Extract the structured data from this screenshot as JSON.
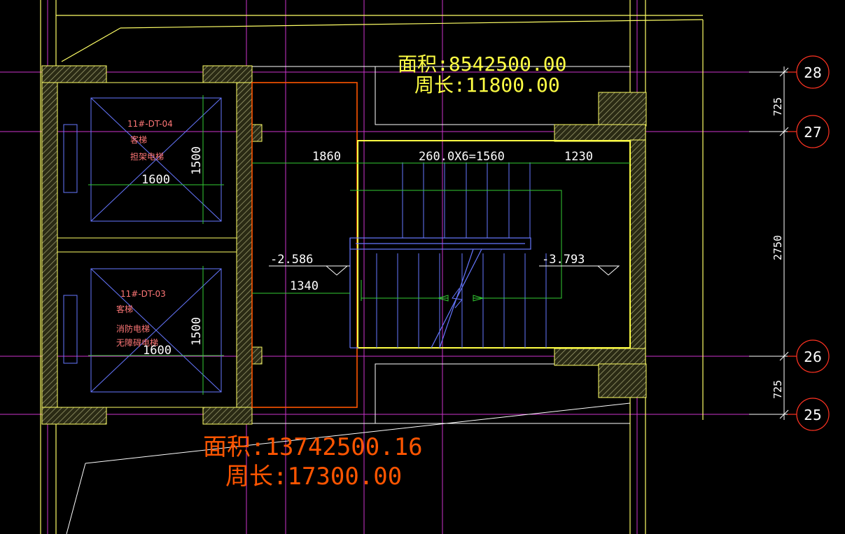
{
  "colors": {
    "background": "#000000",
    "grid_magenta": "#cc33cc",
    "wall_yellow": "#ffff66",
    "hatch": "#a8a878",
    "green": "#33cc33",
    "blue": "#6677ff",
    "orange": "#ff5500",
    "red_axis": "#ff3322",
    "pink_text": "#ff7777",
    "white": "#ffffff",
    "grey": "#d0d0d0"
  },
  "areas": {
    "upper": {
      "area": "面积:8542500.00",
      "perimeter": "周长:11800.00"
    },
    "lower": {
      "area": "面积:13742500.16",
      "perimeter": "周长:17300.00"
    }
  },
  "elevators": [
    {
      "code": "11#-DT-04",
      "lines": [
        "客梯",
        "担架电梯"
      ],
      "width": "1600",
      "depth": "1500"
    },
    {
      "code": "11#-DT-03",
      "lines": [
        "客梯",
        "消防电梯",
        "无障碍电梯"
      ],
      "width": "1600",
      "depth": "1500"
    }
  ],
  "dimensions": {
    "landing_top": "1860",
    "treads": "260.0X6=1560",
    "landing_right": "1230",
    "landing_mid": "1340",
    "vert_725_top": "725",
    "vert_2750": "2750",
    "vert_725_bottom": "725"
  },
  "levels": {
    "left": "-2.586",
    "right": "-3.793"
  },
  "axes": [
    "28",
    "27",
    "26",
    "25"
  ]
}
